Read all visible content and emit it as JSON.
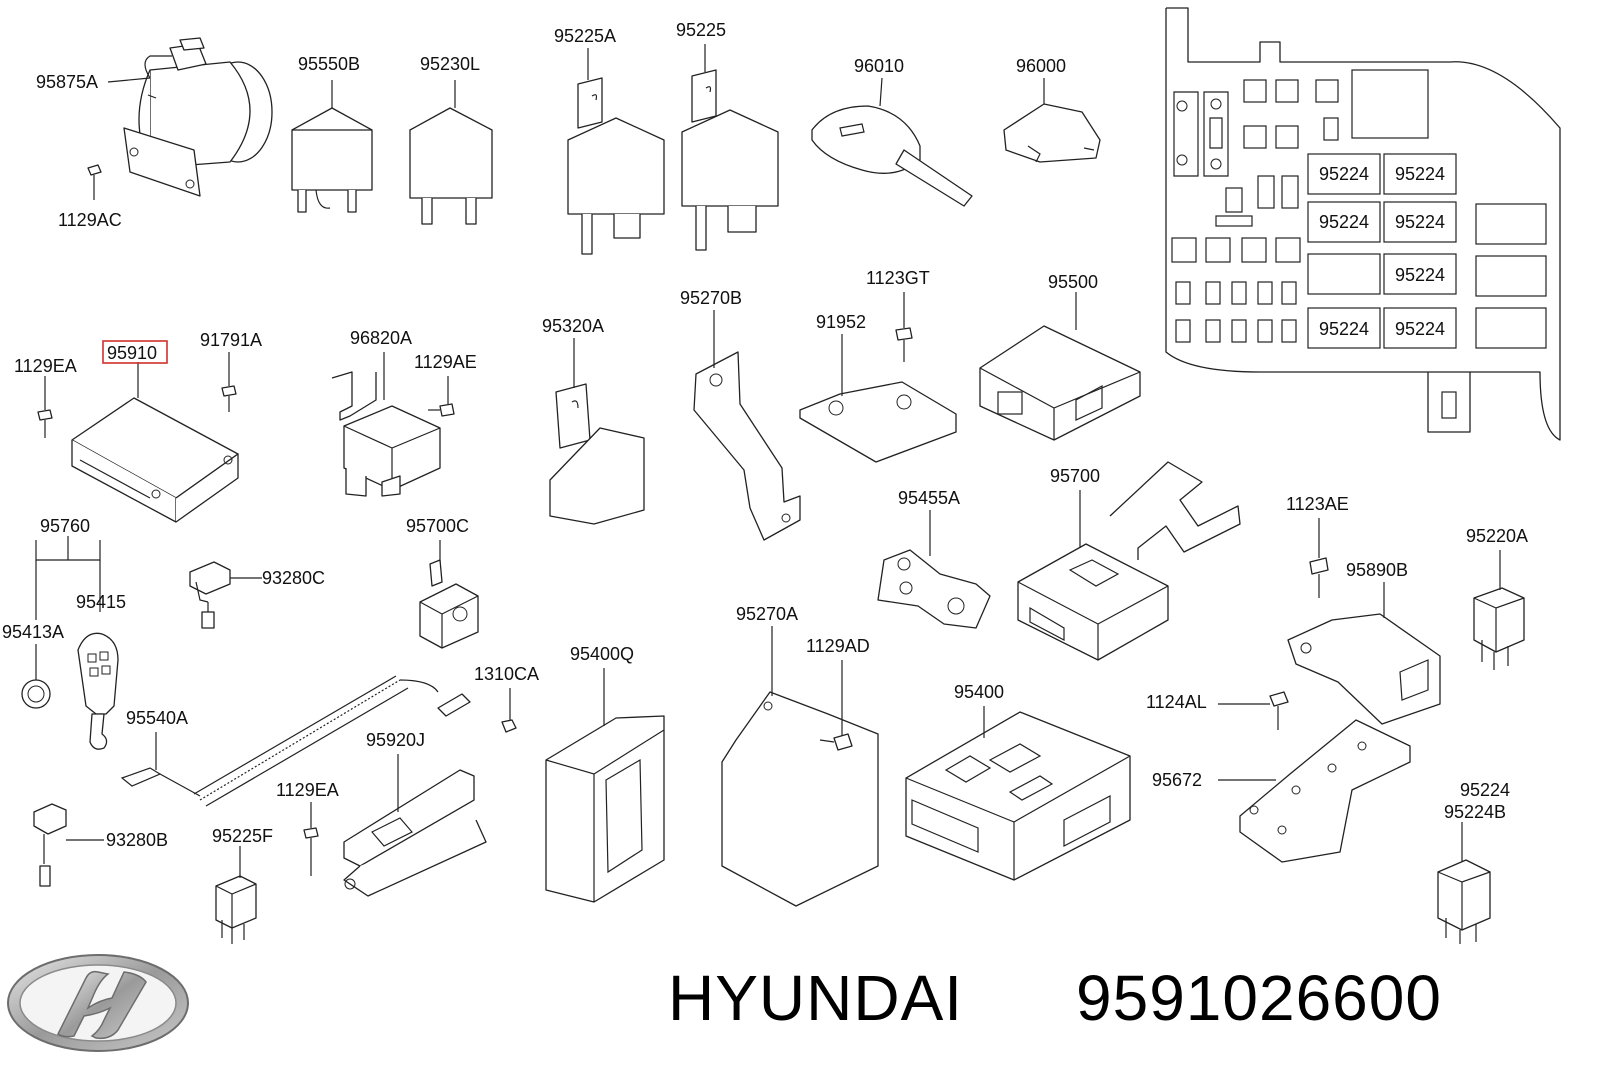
{
  "labels": [
    {
      "text": "95875A"
    },
    {
      "text": "1129AC"
    },
    {
      "text": "95550B"
    },
    {
      "text": "95230L"
    },
    {
      "text": "95225A"
    },
    {
      "text": "95225"
    },
    {
      "text": "96010"
    },
    {
      "text": "96000"
    },
    {
      "text": "1129EA"
    },
    {
      "text": "95910",
      "highlight": true
    },
    {
      "text": "91791A"
    },
    {
      "text": "96820A"
    },
    {
      "text": "1129AE"
    },
    {
      "text": "95320A"
    },
    {
      "text": "95270B"
    },
    {
      "text": "91952"
    },
    {
      "text": "1123GT"
    },
    {
      "text": "95500"
    },
    {
      "text": "95760"
    },
    {
      "text": "95413A"
    },
    {
      "text": "95415"
    },
    {
      "text": "93280C"
    },
    {
      "text": "95700C"
    },
    {
      "text": "95540A"
    },
    {
      "text": "1310CA"
    },
    {
      "text": "95400Q"
    },
    {
      "text": "95920J"
    },
    {
      "text": "1129EA"
    },
    {
      "text": "95225F"
    },
    {
      "text": "93280B"
    },
    {
      "text": "95270A"
    },
    {
      "text": "1129AD"
    },
    {
      "text": "95400"
    },
    {
      "text": "95455A"
    },
    {
      "text": "95700"
    },
    {
      "text": "1123AE"
    },
    {
      "text": "95890B"
    },
    {
      "text": "95220A"
    },
    {
      "text": "1124AL"
    },
    {
      "text": "95672"
    },
    {
      "text": "95224"
    },
    {
      "text": "95224B"
    }
  ],
  "fuse_box_labels": [
    "95224",
    "95224",
    "95224",
    "95224",
    "95224",
    "95224",
    "95224"
  ],
  "brand": {
    "name": "HYUNDAI",
    "part_number": "9591026600"
  },
  "colors": {
    "highlight": "#d0302a",
    "ink": "#222222"
  }
}
